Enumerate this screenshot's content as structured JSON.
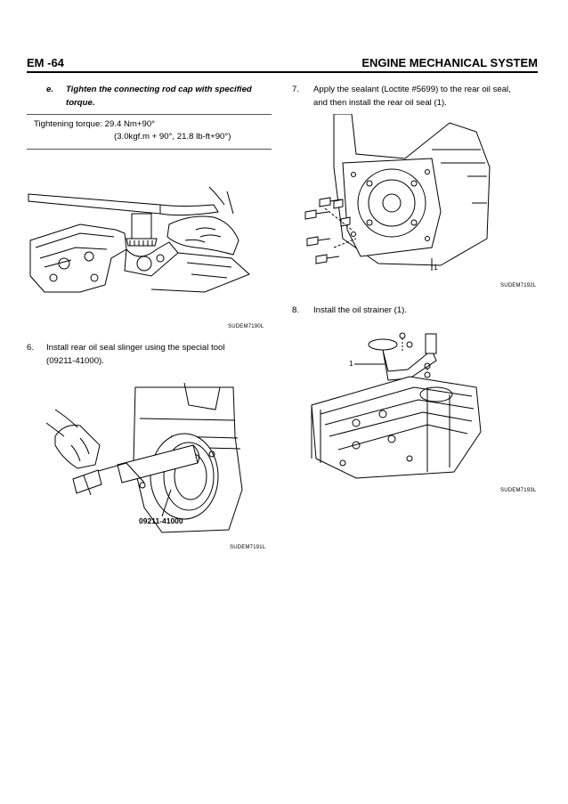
{
  "header": {
    "left": "EM -64",
    "right": "ENGINE MECHANICAL SYSTEM"
  },
  "step_e": {
    "marker": "e.",
    "line1": "Tighten the connecting rod cap with specified",
    "line2": "torque."
  },
  "torque_box": {
    "line1": "Tightening torque:  29.4 Nm+90°",
    "line2": "(3.0kgf.m + 90°, 21.8 lb-ft+90°)"
  },
  "fig1": {
    "caption": "SUDEM7190L"
  },
  "step6": {
    "number": "6.",
    "line1": "Install  rear  oil  seal  slinger  using  the  special  tool",
    "line2": "(09211-41000)."
  },
  "fig2": {
    "tool_label": "09211-41000",
    "caption": "SUDEM7191L"
  },
  "step7": {
    "number": "7.",
    "line1": "Apply the sealant (Loctite #5699) to the rear oil seal,",
    "line2": "and then install the rear oil seal (1)."
  },
  "fig3": {
    "callout": "1",
    "caption": "SUDEM7192L"
  },
  "step8": {
    "number": "8.",
    "text": "Install the oil strainer (1)."
  },
  "fig4": {
    "callout": "1",
    "caption": "SUDEM7193L"
  }
}
